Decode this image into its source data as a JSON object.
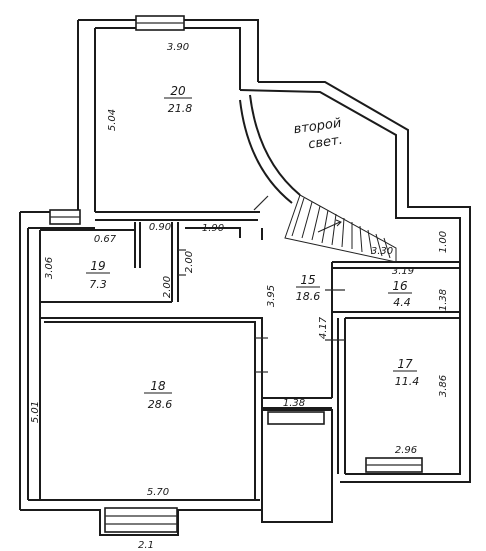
{
  "rooms": [
    {
      "id": "20",
      "number": "20",
      "area": "21.8"
    },
    {
      "id": "19",
      "number": "19",
      "area": "7.3"
    },
    {
      "id": "18",
      "number": "18",
      "area": "28.6"
    },
    {
      "id": "15",
      "number": "15",
      "area": "18.6"
    },
    {
      "id": "16",
      "number": "16",
      "area": "4.4"
    },
    {
      "id": "17",
      "number": "17",
      "area": "11.4"
    }
  ],
  "note": {
    "line1": "вторoй",
    "line2": "свет."
  },
  "dimensions": {
    "d390": "3.90",
    "d504": "5.04",
    "d067": "0.67",
    "d090": "0.90",
    "d190": "1.90",
    "d200a": "2.00",
    "d306": "3.06",
    "d200b": "2.00",
    "d395": "3.95",
    "d417": "4.17",
    "d330": "3.30",
    "d100": "1.00",
    "d319": "3.19",
    "d138": "1.38",
    "d386": "3.86",
    "d501": "5.01",
    "d138b": "1.38",
    "d296": "2.96",
    "d570": "5.70",
    "d2x": "2.1"
  }
}
